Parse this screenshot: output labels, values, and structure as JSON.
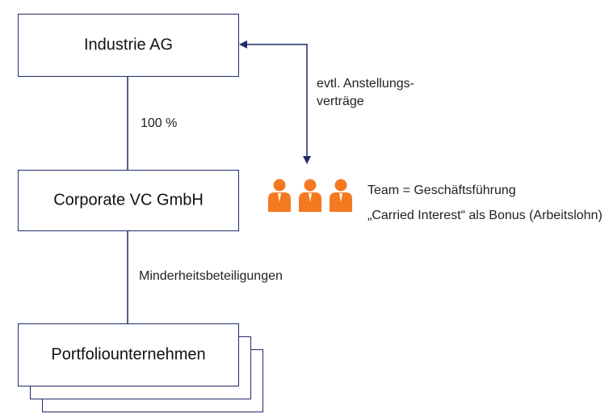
{
  "boxes": {
    "top": "Industrie AG",
    "middle": "Corporate VC GmbH",
    "bottom": "Portfoliounternehmen"
  },
  "labels": {
    "ownership": "100 %",
    "minority": "Minderheitsbeteiligungen",
    "contracts_line1": "evtl. Anstellungs-",
    "contracts_line2": "verträge",
    "team": "Team = Geschäftsführung",
    "carried": "„Carried Interest“ als Bonus (Arbeitslohn)"
  },
  "icons": {
    "team_people": "person-icon"
  },
  "colors": {
    "box_border": "#1f2a6b",
    "line": "#1f2a6b",
    "person": "#f47920"
  }
}
